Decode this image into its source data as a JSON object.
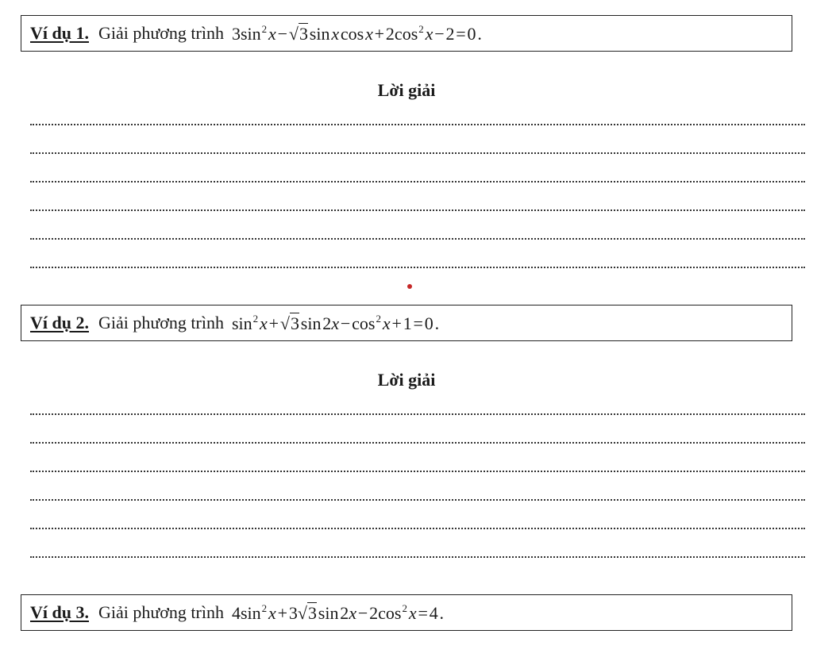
{
  "examples": [
    {
      "label": "Ví dụ 1.",
      "intro": "Giải phương trình",
      "equation": "3sin² x − √3 sin x cos x + 2cos² x − 2 = 0."
    },
    {
      "label": "Ví dụ 2.",
      "intro": "Giải phương trình",
      "equation": "sin² x + √3 sin 2x − cos² x + 1 = 0."
    },
    {
      "label": "Ví dụ 3.",
      "intro": "Giải phương trình",
      "equation": "4sin² x + 3√3 sin 2x − 2cos² x = 4."
    }
  ],
  "solution_heading": "Lời giải",
  "answer_lines_per_example": 6,
  "marker_color": "#c62828"
}
